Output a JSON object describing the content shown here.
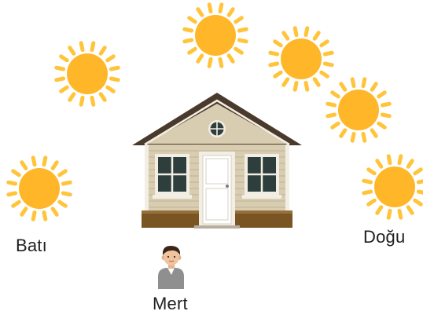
{
  "labels": {
    "west": "Batı",
    "east": "Doğu",
    "person": "Mert"
  },
  "colors": {
    "sun_core": "#FFB629",
    "sun_ray": "#FFC43A",
    "house_wall": "#D9CDB1",
    "house_siding_line": "#BFB296",
    "roof": "#4A3A2B",
    "trim": "#F3EEE4",
    "foundation": "#7A5524",
    "window_glass": "#2E3E3C"
  },
  "icons": {
    "sun": "sun-icon",
    "house": "house-icon",
    "person": "boy-person-icon"
  }
}
